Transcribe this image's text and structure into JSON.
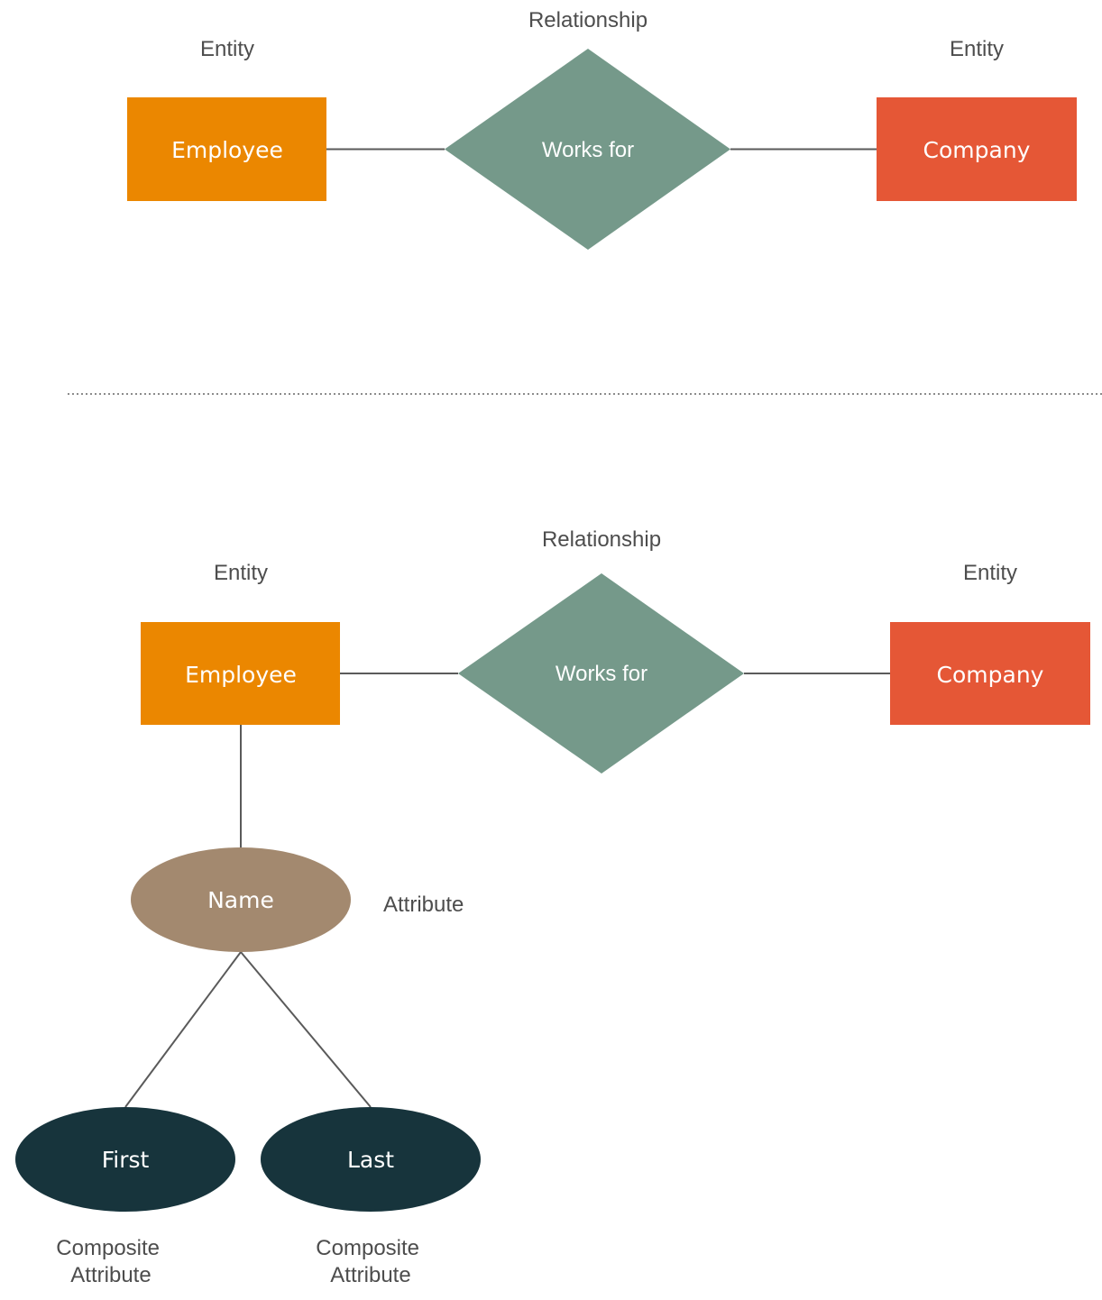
{
  "colors": {
    "entity_employee": "#EB8700",
    "entity_company": "#E55736",
    "relationship": "#75998A",
    "attribute": "#A3896F",
    "composite_attribute": "#17343C",
    "caption_text": "#4d4d4d",
    "connector": "#5a5a5a",
    "separator": "#666666"
  },
  "top_diagram": {
    "relationship_caption": "Relationship",
    "employee_caption": "Entity",
    "company_caption": "Entity",
    "employee_label": "Employee",
    "relationship_label": "Works for",
    "company_label": "Company"
  },
  "bottom_diagram": {
    "relationship_caption": "Relationship",
    "employee_caption": "Entity",
    "company_caption": "Entity",
    "employee_label": "Employee",
    "relationship_label": "Works for",
    "company_label": "Company",
    "attribute_label": "Name",
    "attribute_caption": "Attribute",
    "composite_first_label": "First",
    "composite_last_label": "Last",
    "composite_first_caption": [
      "Composite",
      "Attribute"
    ],
    "composite_last_caption": [
      "Composite",
      "Attribute"
    ]
  }
}
